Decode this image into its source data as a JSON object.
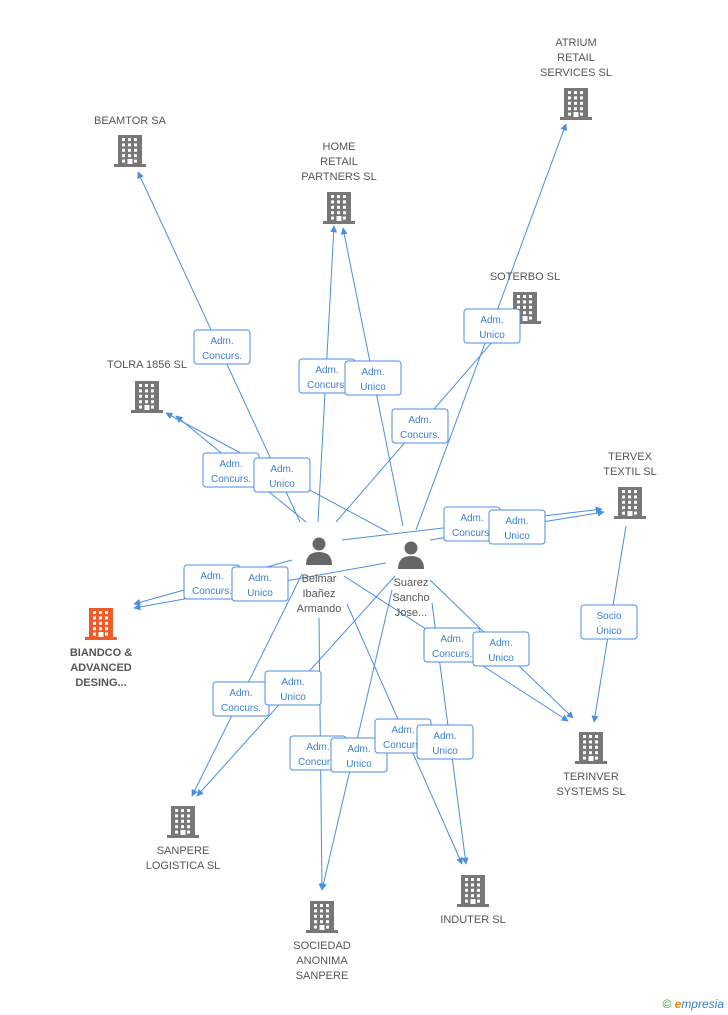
{
  "colors": {
    "edge": "#4a8ee0",
    "company": "#777777",
    "company_focus": "#f05a28",
    "person": "#666666",
    "label": "#555555",
    "rel_text": "#3a7fd5",
    "rel_border": "#4a8ee0"
  },
  "icons": {
    "company": "building-icon",
    "person": "person-icon"
  },
  "nodes": [
    {
      "id": "atrium",
      "kind": "company",
      "label": [
        "ATRIUM",
        "RETAIL",
        "SERVICES SL"
      ]
    },
    {
      "id": "beamtor",
      "kind": "company",
      "label": [
        "BEAMTOR SA"
      ]
    },
    {
      "id": "home",
      "kind": "company",
      "label": [
        "HOME",
        "RETAIL",
        "PARTNERS  SL"
      ]
    },
    {
      "id": "soterbo",
      "kind": "company",
      "label": [
        "SOTERBO  SL"
      ]
    },
    {
      "id": "tolra",
      "kind": "company",
      "label": [
        "TOLRA 1856 SL"
      ]
    },
    {
      "id": "tervex",
      "kind": "company",
      "label": [
        "TERVEX",
        "TEXTIL SL"
      ]
    },
    {
      "id": "biandco",
      "kind": "company",
      "focus": true,
      "label": [
        "BIANDCO &",
        "ADVANCED",
        "DESING..."
      ]
    },
    {
      "id": "terinver",
      "kind": "company",
      "label": [
        "TERINVER",
        "SYSTEMS SL"
      ]
    },
    {
      "id": "sanpere_log",
      "kind": "company",
      "label": [
        "SANPERE",
        "LOGISTICA SL"
      ]
    },
    {
      "id": "induter",
      "kind": "company",
      "label": [
        "INDUTER SL"
      ]
    },
    {
      "id": "sanpere_sa",
      "kind": "company",
      "label": [
        "SOCIEDAD",
        "ANONIMA",
        "SANPERE"
      ]
    },
    {
      "id": "belmar",
      "kind": "person",
      "label": [
        "Belmar",
        "Ibañez",
        "Armando"
      ]
    },
    {
      "id": "suarez",
      "kind": "person",
      "label": [
        "Suarez",
        "Sancho",
        "Jose..."
      ]
    }
  ],
  "relations": [
    {
      "id": "r1",
      "lines": [
        "Adm.",
        "Concurs."
      ]
    },
    {
      "id": "r2",
      "lines": [
        "Adm.",
        "Concurs."
      ]
    },
    {
      "id": "r3",
      "lines": [
        "Adm.",
        "Unico"
      ]
    },
    {
      "id": "r4",
      "lines": [
        "Adm.",
        "Unico"
      ]
    },
    {
      "id": "r5",
      "lines": [
        "Adm.",
        "Concurs."
      ]
    },
    {
      "id": "r6",
      "lines": [
        "Adm.",
        "Concurs."
      ]
    },
    {
      "id": "r7",
      "lines": [
        "Adm.",
        "Unico"
      ]
    },
    {
      "id": "r8",
      "lines": [
        "Adm.",
        "Concurs."
      ]
    },
    {
      "id": "r9",
      "lines": [
        "Adm.",
        "Unico"
      ]
    },
    {
      "id": "r10",
      "lines": [
        "Adm.",
        "Concurs."
      ]
    },
    {
      "id": "r11",
      "lines": [
        "Adm.",
        "Unico"
      ]
    },
    {
      "id": "r12",
      "lines": [
        "Socio",
        "Único"
      ]
    },
    {
      "id": "r13",
      "lines": [
        "Adm.",
        "Concurs."
      ]
    },
    {
      "id": "r14",
      "lines": [
        "Adm.",
        "Unico"
      ]
    },
    {
      "id": "r15",
      "lines": [
        "Adm.",
        "Concurs."
      ]
    },
    {
      "id": "r16",
      "lines": [
        "Adm.",
        "Unico"
      ]
    },
    {
      "id": "r17",
      "lines": [
        "Adm.",
        "Concurs."
      ]
    },
    {
      "id": "r18",
      "lines": [
        "Adm.",
        "Unico"
      ]
    },
    {
      "id": "r19",
      "lines": [
        "Adm.",
        "Concurs."
      ]
    },
    {
      "id": "r20",
      "lines": [
        "Adm.",
        "Unico"
      ]
    }
  ],
  "edges": [
    {
      "from": "belmar",
      "to": "beamtor"
    },
    {
      "from": "belmar",
      "to": "home"
    },
    {
      "from": "suarez",
      "to": "home"
    },
    {
      "from": "suarez",
      "to": "atrium"
    },
    {
      "from": "belmar",
      "to": "soterbo"
    },
    {
      "from": "belmar",
      "to": "tolra"
    },
    {
      "from": "suarez",
      "to": "tolra"
    },
    {
      "from": "belmar",
      "to": "tervex"
    },
    {
      "from": "suarez",
      "to": "tervex"
    },
    {
      "from": "belmar",
      "to": "biandco"
    },
    {
      "from": "suarez",
      "to": "biandco"
    },
    {
      "from": "tervex",
      "to": "terinver"
    },
    {
      "from": "belmar",
      "to": "terinver"
    },
    {
      "from": "suarez",
      "to": "terinver"
    },
    {
      "from": "belmar",
      "to": "sanpere_log"
    },
    {
      "from": "suarez",
      "to": "sanpere_log"
    },
    {
      "from": "belmar",
      "to": "sanpere_sa"
    },
    {
      "from": "suarez",
      "to": "sanpere_sa"
    },
    {
      "from": "belmar",
      "to": "induter"
    },
    {
      "from": "suarez",
      "to": "induter"
    }
  ],
  "footer": {
    "copyright_symbol": "©",
    "brand_initial": "e",
    "brand_rest": "mpresia"
  }
}
